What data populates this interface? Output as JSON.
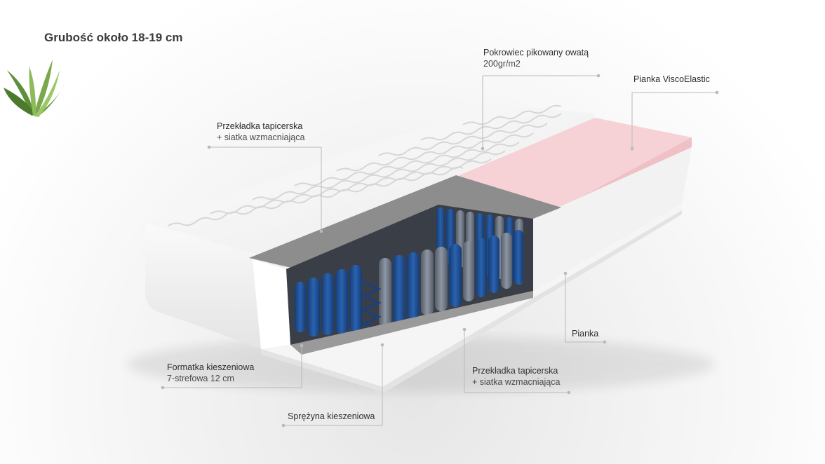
{
  "title": "Grubość około 18-19 cm",
  "labels": {
    "cover": {
      "line1": "Pokrowiec pikowany owatą",
      "line2": "200gr/m2"
    },
    "visco": {
      "line1": "Pianka ViscoElastic"
    },
    "spacer_top": {
      "line1": "Przekładka tapicerska",
      "line2": "+ siatka wzmacniająca"
    },
    "foam": {
      "line1": "Pianka"
    },
    "pocket_frame": {
      "line1": "Formatka kieszeniowa",
      "line2": "7-strefowa  12 cm"
    },
    "spacer_bottom": {
      "line1": "Przekładka tapicerska",
      "line2": "+ siatka wzmacniająca"
    },
    "spring": {
      "line1": "Sprężyna kieszeniowa"
    }
  },
  "colors": {
    "cover": "#f7f7f7",
    "visco": "#f6d2d6",
    "spring_blue": "#1f4f93",
    "spring_grey": "#6c7684",
    "felt": "#8d8d8d",
    "leader_line": "#b9b9b9"
  },
  "icons": {
    "plant": "aloe-vera-icon"
  }
}
